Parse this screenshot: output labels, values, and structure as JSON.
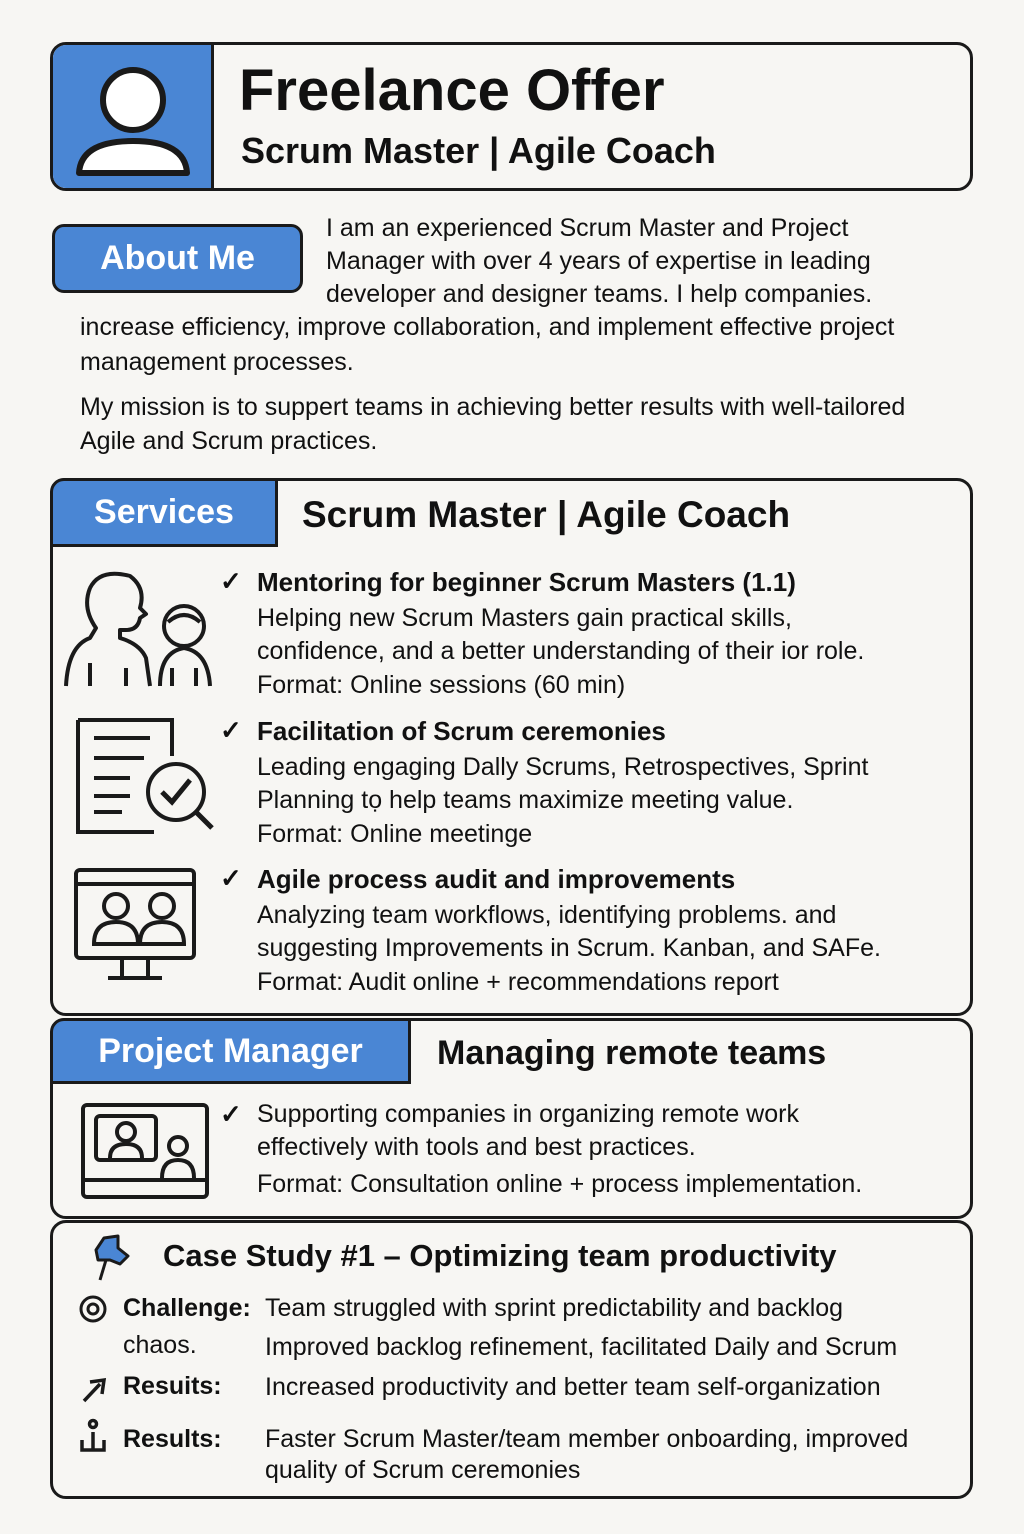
{
  "header": {
    "title": "Freelance Offer",
    "subtitle": "Scrum Master | Agile Coach"
  },
  "about": {
    "label": "About Me",
    "lines": [
      "I am an experienced Scrum Master and Project",
      "Manager with over 4 years of expertise in leading",
      "developer and designer teams. I help companies.",
      "increase efficiency, improve collaboration, and implement effective project",
      "management processes."
    ],
    "mission_lines": [
      "My mission is to suppert teams in achieving better results with well-tailored",
      "Agile and Scrum practices."
    ]
  },
  "services": {
    "label": "Services",
    "title": "Scrum Master | Agile Coach",
    "items": [
      {
        "icon": "mentoring-people-icon",
        "title": "Mentoring for beginner Scrum Masters (1.1)",
        "lines": [
          "Helping new Scrum Masters gain practical skills,",
          "confidence, and a better understanding of their ior role.",
          "Format: Online sessions (60 min)"
        ]
      },
      {
        "icon": "document-search-icon",
        "title": "Facilitation of Scrum ceremonies",
        "lines": [
          "Leading engaging Dally Scrums,  Retrospectives, Sprint",
          "Planning tọ help teams maximize meeting value.",
          "Format: Online meetinge"
        ]
      },
      {
        "icon": "video-call-monitor-icon",
        "title": "Agile process audit and improvements",
        "lines": [
          "Analyzing team workflows, identifying problems. and",
          "suggesting Improvements in Scrum. Kanban, and SAFe.",
          "Format: Audit online + recommendations report"
        ]
      }
    ]
  },
  "project_manager": {
    "label": "Project Manager",
    "title": "Managing remote teams",
    "lines": [
      "Supporting companies in organizing remote work",
      "effectively with tools and best practices.",
      "Format: Consultation online + process  implementation."
    ]
  },
  "case_study": {
    "title": "Case Study #1 – Optimizing team productivity",
    "challenge_label": "Challenge:",
    "challenge_text": "Team struggled with sprint predictability and backlog",
    "challenge_cont": "chaos.",
    "solution_text": "Improved backlog refinement, facilitated Daily and Scrum",
    "results1_label": "Resuits:",
    "results1_text": "Increased productivity and better team self-organization",
    "results2_label": "Results:",
    "results2_lines": [
      "Faster Scrum Master/team member onboarding, improved",
      "quality of Scrum ceremonies"
    ]
  },
  "colors": {
    "accent": "#4a86d4",
    "background": "#f7f6f3",
    "outline": "#1a1a1a"
  }
}
